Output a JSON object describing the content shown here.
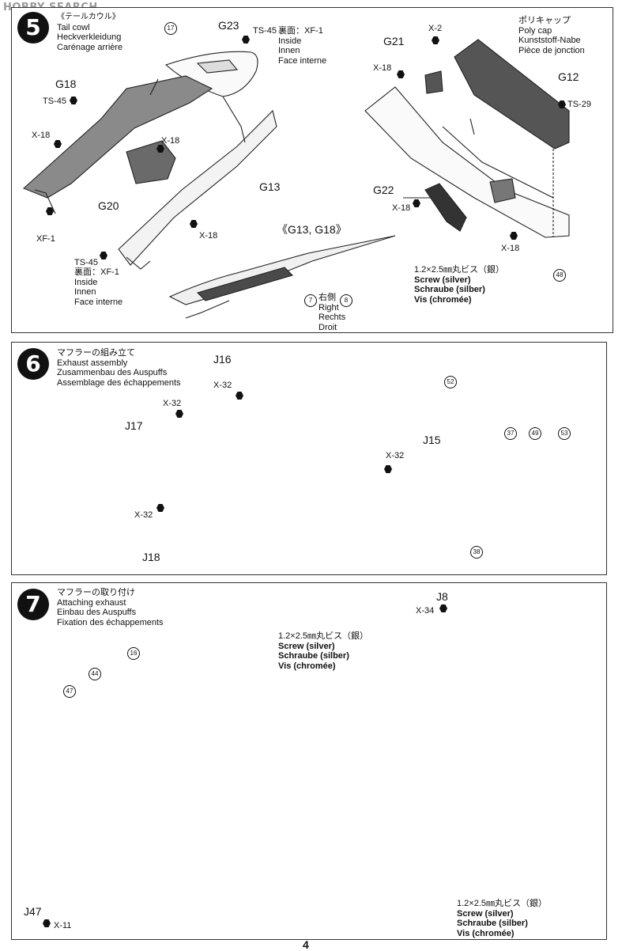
{
  "watermark": "HOBBY SEARCH",
  "page_number": "4",
  "steps": [
    {
      "number": "5",
      "titles": [
        "《テールカウル》",
        "Tail cowl",
        "Heckverkleidung",
        "Carénage arrière"
      ],
      "parts": [
        "G23",
        "G18",
        "G20",
        "G13",
        "G21",
        "G12",
        "G22"
      ],
      "section_label": "《G13, G18》",
      "paints": [
        "TS-45",
        "X-18",
        "XF-1",
        "X-2",
        "TS-29"
      ],
      "paint_notes": {
        "inside_note": [
          "裏面：XF-1",
          "Inside",
          "Innen",
          "Face interne"
        ],
        "right_side": [
          "右側",
          "Right",
          "Rechts",
          "Droit"
        ]
      },
      "callouts": [
        "17",
        "7",
        "8",
        "48"
      ],
      "polycap": [
        "ポリキャップ",
        "Poly cap",
        "Kunststoff-Nabe",
        "Pièce de jonction"
      ],
      "screw": [
        "1.2×2.5㎜丸ビス（銀）",
        "Screw (silver)",
        "Schraube (silber)",
        "Vis (chromée)"
      ]
    },
    {
      "number": "6",
      "titles": [
        "マフラーの組み立て",
        "Exhaust assembly",
        "Zusammenbau des Auspuffs",
        "Assemblage des échappements"
      ],
      "parts": [
        "J16",
        "J17",
        "J15",
        "J18"
      ],
      "paints": [
        "X-32"
      ],
      "callouts": [
        "52",
        "37",
        "49",
        "53",
        "38"
      ]
    },
    {
      "number": "7",
      "titles": [
        "マフラーの取り付け",
        "Attaching exhaust",
        "Einbau des Auspuffs",
        "Fixation des échappements"
      ],
      "parts": [
        "J8",
        "J47"
      ],
      "paints": [
        "X-34",
        "X-11"
      ],
      "callouts": [
        "16",
        "44",
        "47"
      ],
      "screw": [
        "1.2×2.5㎜丸ビス（銀）",
        "Screw (silver)",
        "Schraube (silber)",
        "Vis (chromée)"
      ]
    }
  ]
}
